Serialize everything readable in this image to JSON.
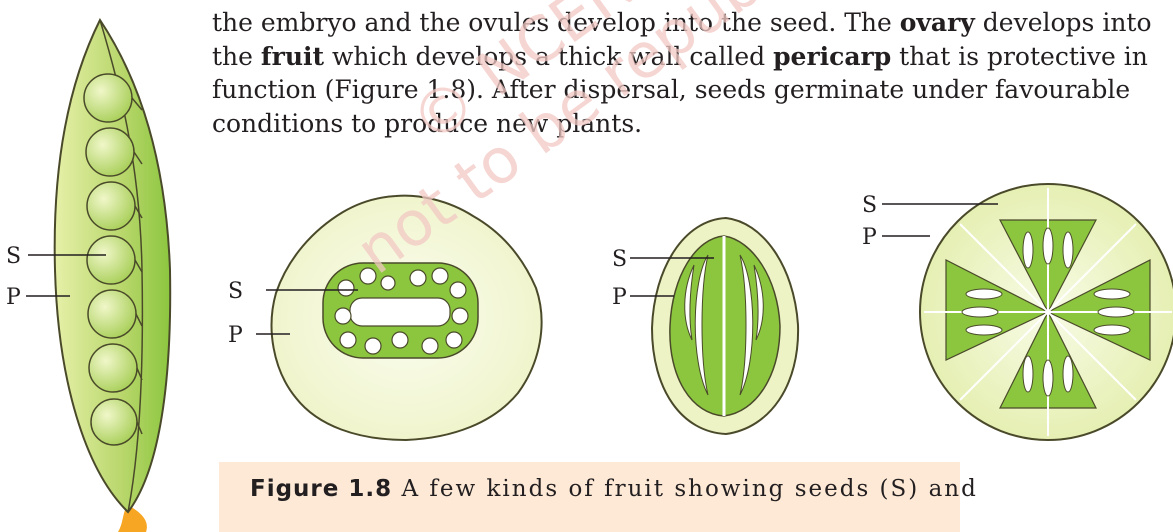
{
  "text": {
    "line1_a": "the embryo and the ovules develop into the seed. The ",
    "line1_b": "ovary",
    "line1_c": " develops into",
    "line2_a": "the ",
    "line2_b": "fruit",
    "line2_c": " which develops a thick wall called ",
    "line2_d": "pericarp",
    "line2_e": " that is protective in",
    "line3": "function (Figure 1.8). After dispersal, seeds germinate under favourable",
    "line4": "conditions to produce new plants."
  },
  "labels": {
    "seed": "S",
    "pericarp": "P"
  },
  "watermark": {
    "line1": "© NCERT",
    "line2": "not to be republished"
  },
  "caption": {
    "figure": "Figure 1.8",
    "text": " A few kinds of fruit showing seeds (S) and"
  },
  "colors": {
    "green": "#8cc63f",
    "light_green": "#eef3c6",
    "seed": "#c8e08a"
  }
}
